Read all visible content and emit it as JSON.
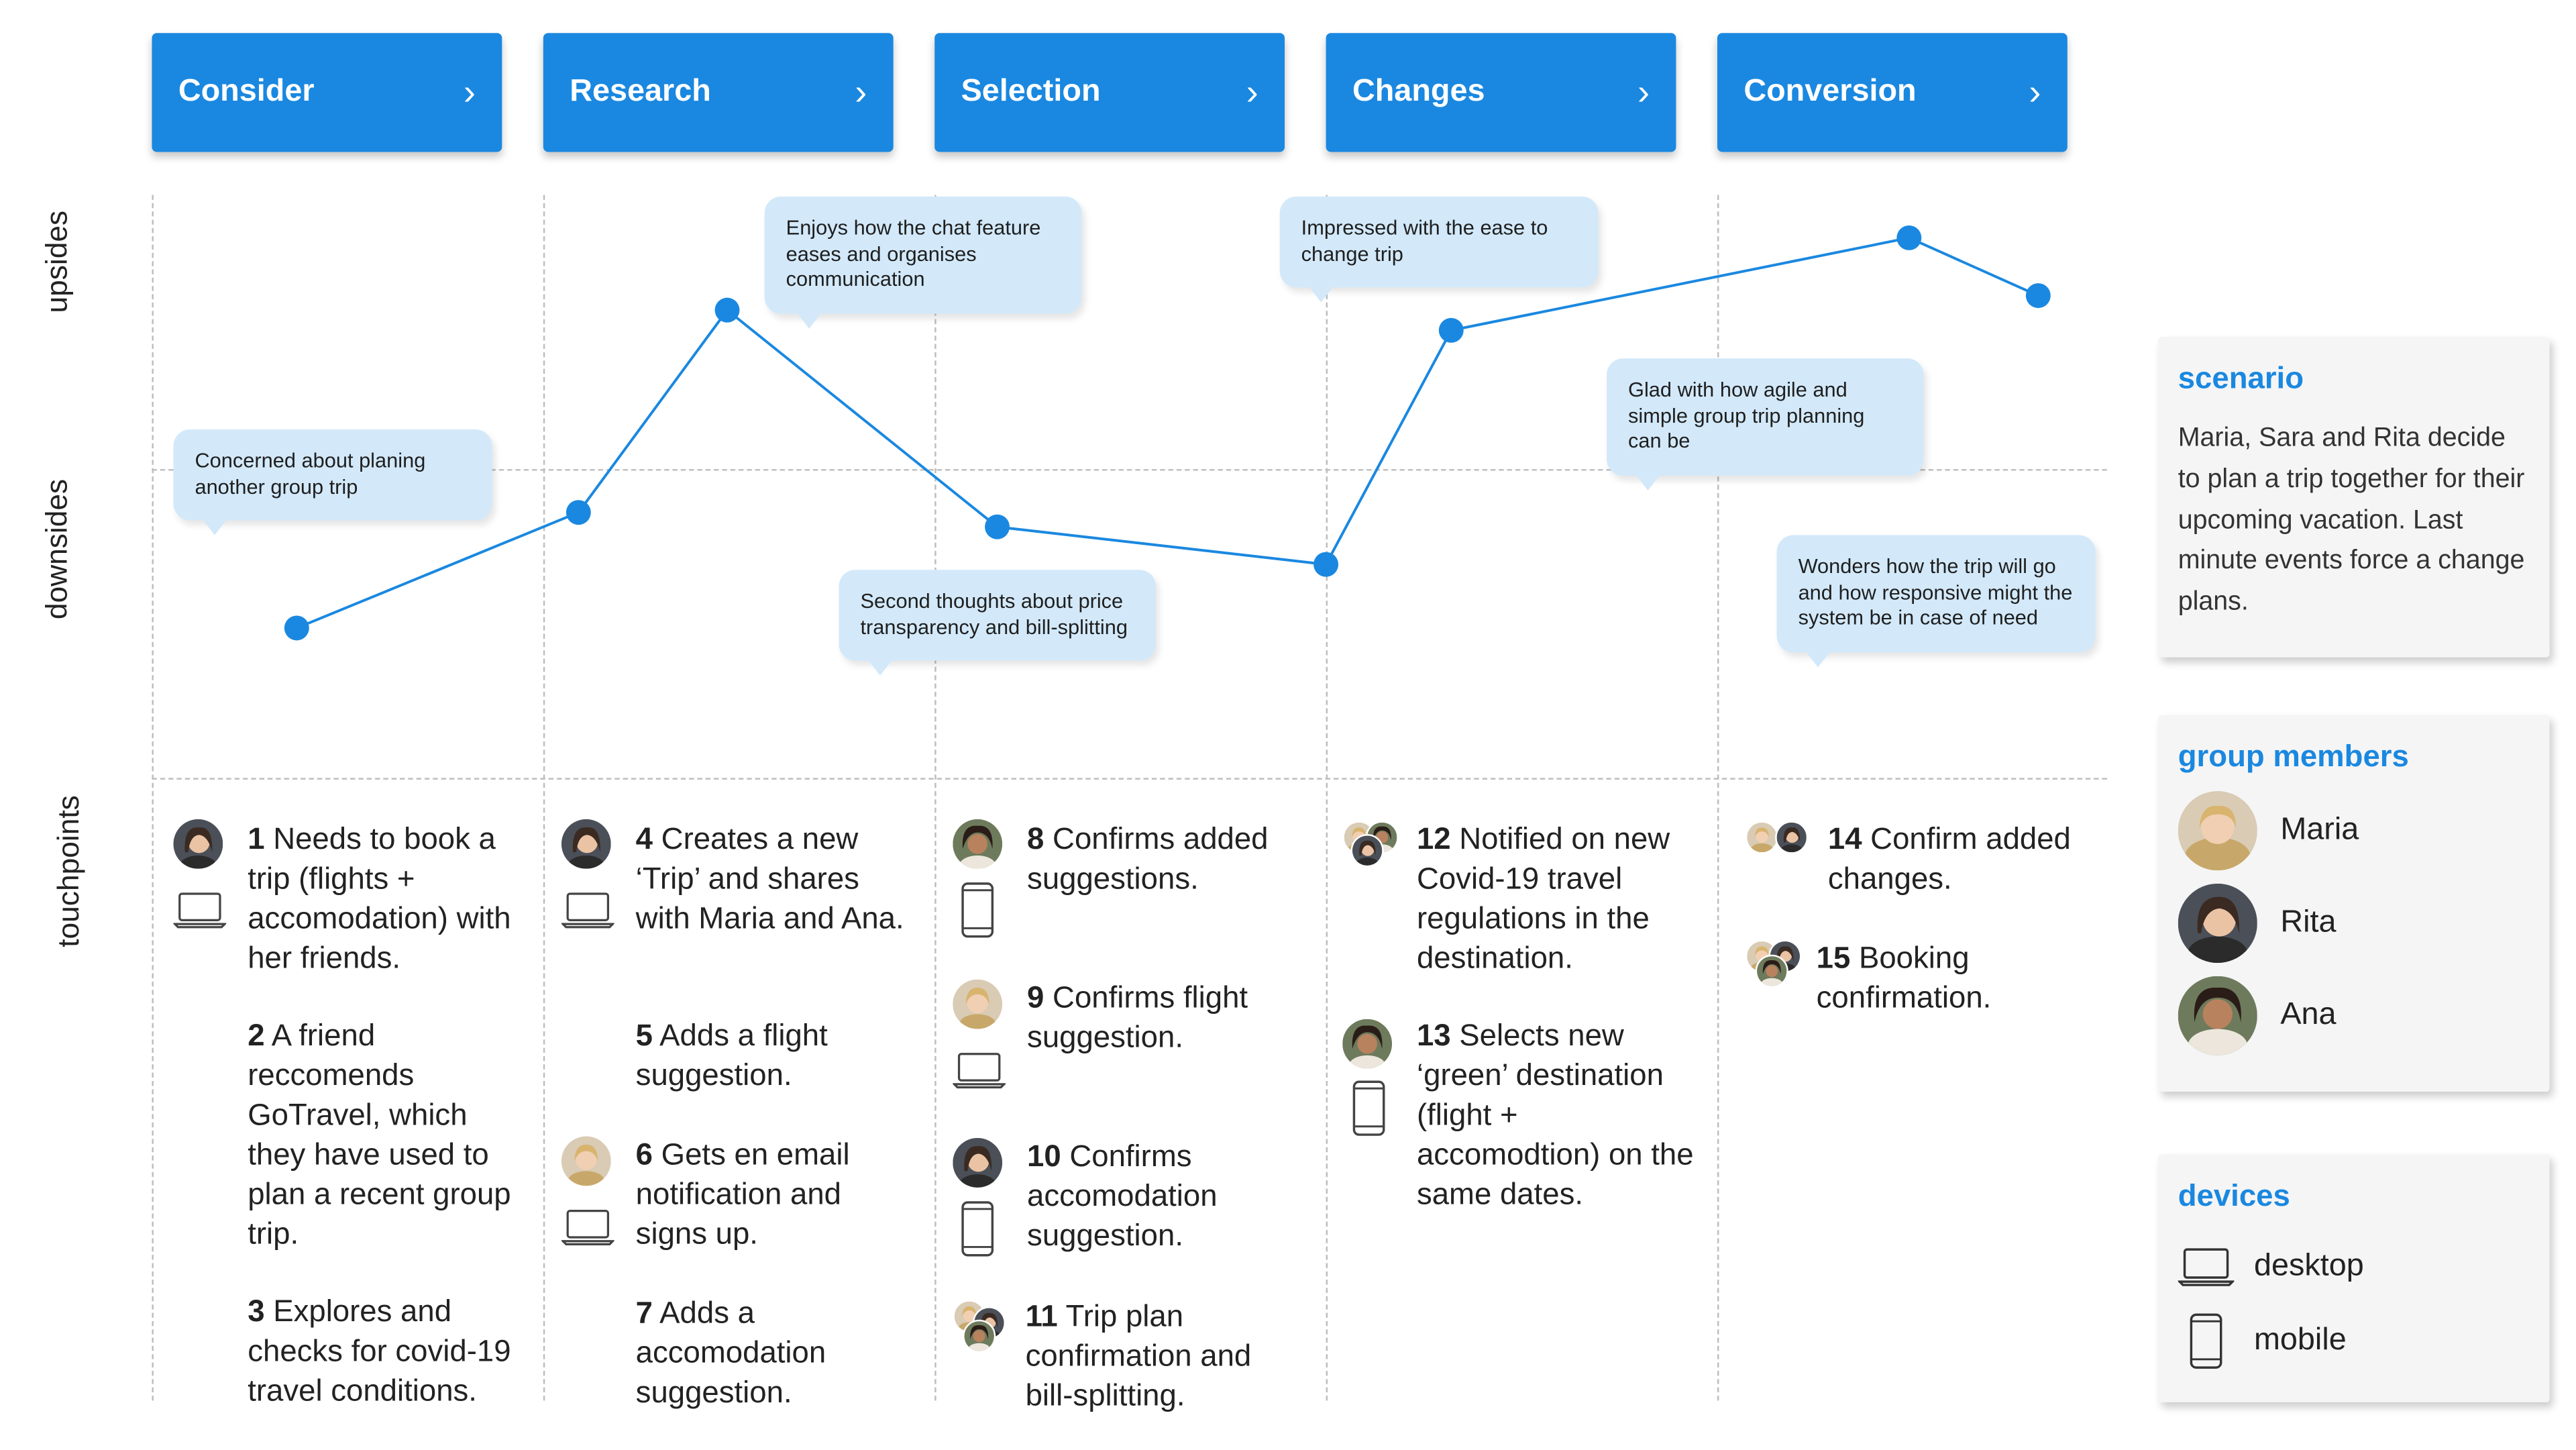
{
  "stages": [
    {
      "label": "Consider"
    },
    {
      "label": "Research"
    },
    {
      "label": "Selection"
    },
    {
      "label": "Changes"
    },
    {
      "label": "Conversion"
    }
  ],
  "row_labels": {
    "upsides": "upsides",
    "downsides": "downsides",
    "touchpoints": "touchpoints"
  },
  "bubbles": [
    {
      "text": "Concerned about planing another group trip"
    },
    {
      "text": "Enjoys how the chat feature eases and organises communication"
    },
    {
      "text": "Second thoughts about price transparency and bill-splitting"
    },
    {
      "text": "Impressed with the ease to change trip"
    },
    {
      "text": "Glad with how agile and simple group trip planning can be"
    },
    {
      "text": "Wonders how the trip will go and how responsive might the system be in case of need"
    }
  ],
  "touchpoints": [
    {
      "num": "1",
      "text": "Needs to book a trip (flights + accomodation) with her friends."
    },
    {
      "num": "2",
      "text": "A friend reccomends GoTravel, which they have used to plan a recent group trip."
    },
    {
      "num": "3",
      "text": "Explores and checks for covid-19 travel conditions."
    },
    {
      "num": "4",
      "text": "Creates a new ‘Trip’ and shares with Maria and Ana."
    },
    {
      "num": "5",
      "text": "Adds a flight suggestion."
    },
    {
      "num": "6",
      "text": "Gets en email notification and signs up."
    },
    {
      "num": "7",
      "text": "Adds a accomodation suggestion."
    },
    {
      "num": "8",
      "text": "Confirms added suggestions."
    },
    {
      "num": "9",
      "text": "Confirms flight suggestion."
    },
    {
      "num": "10",
      "text": "Confirms accomodation suggestion."
    },
    {
      "num": "11",
      "text": "Trip plan confirmation and bill-splitting."
    },
    {
      "num": "12",
      "text": "Notified on new Covid-19 travel regulations in the destination."
    },
    {
      "num": "13",
      "text": "Selects new ‘green’ destination (flight + accomodtion) on the same dates."
    },
    {
      "num": "14",
      "text": "Confirm added changes."
    },
    {
      "num": "15",
      "text": "Booking confirmation."
    }
  ],
  "scenario": {
    "title": "scenario",
    "text": "Maria, Sara and Rita decide to plan a trip together for their upcoming vacation. Last minute events force a change plans."
  },
  "group_members": {
    "title": "group members",
    "members": [
      {
        "name": "Maria"
      },
      {
        "name": "Rita"
      },
      {
        "name": "Ana"
      }
    ]
  },
  "devices": {
    "title": "devices",
    "items": [
      {
        "name": "desktop",
        "icon": "laptop-icon"
      },
      {
        "name": "mobile",
        "icon": "phone-icon"
      }
    ]
  },
  "colors": {
    "accent": "#1a88e0",
    "bubble": "#d3e9fa",
    "line": "#1a88e0"
  },
  "journey_points": [
    {
      "stage_position": 0.37,
      "sentiment": -0.55
    },
    {
      "stage_position": 1.09,
      "sentiment": -0.15
    },
    {
      "stage_position": 1.47,
      "sentiment": 0.55
    },
    {
      "stage_position": 2.16,
      "sentiment": -0.2
    },
    {
      "stage_position": 3.0,
      "sentiment": -0.33
    },
    {
      "stage_position": 3.32,
      "sentiment": 0.48
    },
    {
      "stage_position": 4.49,
      "sentiment": 0.8
    },
    {
      "stage_position": 4.82,
      "sentiment": 0.6
    }
  ]
}
